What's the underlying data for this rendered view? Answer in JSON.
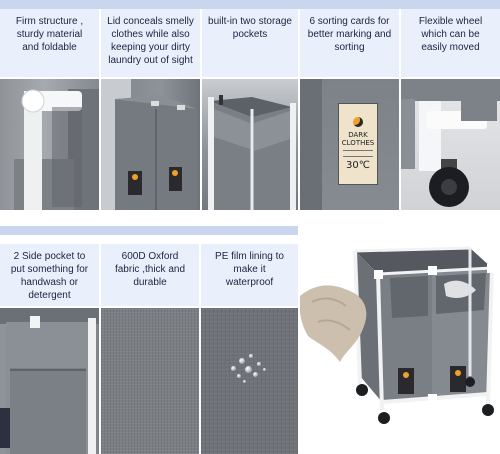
{
  "features_row1": [
    {
      "caption": "Firm structure ,\nsturdy material\nand foldable"
    },
    {
      "caption": "Lid conceals smelly\nclothes while also\nkeeping your dirty\nlaundry out of sight"
    },
    {
      "caption": "built-in two storage\npockets"
    },
    {
      "caption": "6 sorting cards for\nbetter marking and\nsorting"
    },
    {
      "caption": "Flexible wheel\nwhich can be\neasily moved"
    }
  ],
  "features_row2": [
    {
      "caption": "2 Side pocket to\nput something for\nhandwash or\ndetergent"
    },
    {
      "caption": "600D Oxford\nfabric ,thick and\ndurable"
    },
    {
      "caption": "PE film lining to\nmake it\nwaterproof"
    }
  ],
  "sorting_card": {
    "line1": "DARK",
    "line2": "CLOTHES",
    "temp": "30℃"
  },
  "colors": {
    "caption_bg": "#eaf0fb",
    "band": "#c9d6ee",
    "fabric_gray": "#7f848a",
    "frame_white": "#f2f2f2",
    "moon_orange": "#f0a12a"
  }
}
